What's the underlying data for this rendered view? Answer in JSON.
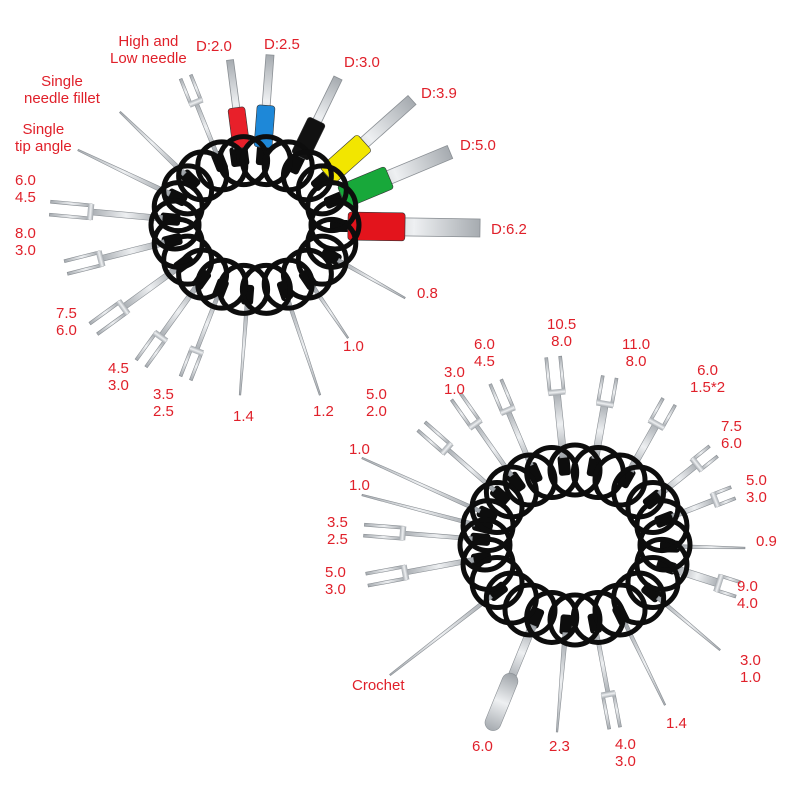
{
  "colors": {
    "label": "#e0202a",
    "ring": "#0d0d0d",
    "metal": "#c9ccd0"
  },
  "set1": {
    "labels": {
      "high_low": [
        "High and",
        "Low needle"
      ],
      "d20": "D:2.0",
      "d25": "D:2.5",
      "d30": "D:3.0",
      "d39": "D:3.9",
      "d50": "D:5.0",
      "d62": "D:6.2",
      "single_fillet": [
        "Single",
        "needle fillet"
      ],
      "single_tip": [
        "Single",
        "tip angle"
      ],
      "p60_45": [
        "6.0",
        "4.5"
      ],
      "p80_30": [
        "8.0",
        "3.0"
      ],
      "p75_60": [
        "7.5",
        "6.0"
      ],
      "p45_30": [
        "4.5",
        "3.0"
      ],
      "p35_25": [
        "3.5",
        "2.5"
      ],
      "p14": "1.4",
      "p12": "1.2",
      "p10": "1.0",
      "p08": "0.8"
    },
    "tube_colors": [
      "#e8202a",
      "#1e88d8",
      "#111111",
      "#f2e600",
      "#18a83a",
      "#e3141c"
    ]
  },
  "set2": {
    "labels": {
      "p105_80": [
        "10.5",
        "8.0"
      ],
      "p110_80": [
        "11.0",
        "8.0"
      ],
      "p60_45": [
        "6.0",
        "4.5"
      ],
      "p30_10": [
        "3.0",
        "1.0"
      ],
      "p50_20": [
        "5.0",
        "2.0"
      ],
      "p60_15x2": [
        "6.0",
        "1.5*2"
      ],
      "p75_60": [
        "7.5",
        "6.0"
      ],
      "p50_30a": [
        "5.0",
        "3.0"
      ],
      "p09": "0.9",
      "p90_40": [
        "9.0",
        "4.0"
      ],
      "p30_10b": [
        "3.0",
        "1.0"
      ],
      "p10a": "1.0",
      "p10b": "1.0",
      "p35_25": [
        "3.5",
        "2.5"
      ],
      "p50_30b": [
        "5.0",
        "3.0"
      ],
      "crochet": "Crochet",
      "p60": "6.0",
      "p23": "2.3",
      "p40_30": [
        "4.0",
        "3.0"
      ],
      "p14": "1.4"
    }
  }
}
